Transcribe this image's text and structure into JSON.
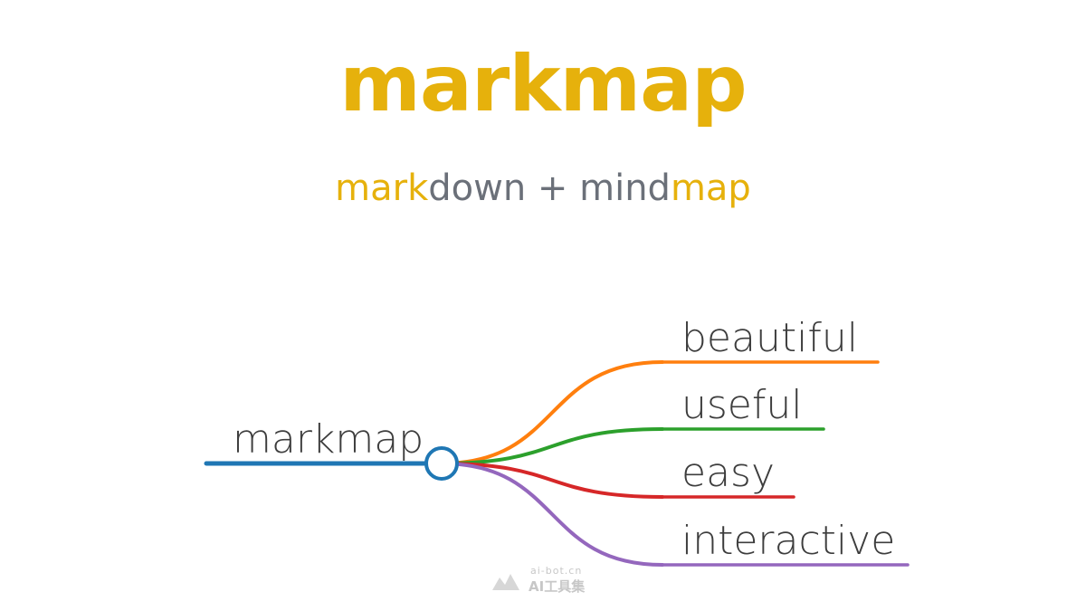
{
  "header": {
    "title": "markmap",
    "subtitle": {
      "part1": "mark",
      "part2": "down + mind",
      "part3": "map"
    }
  },
  "mindmap": {
    "root": {
      "label": "markmap",
      "color": "#1f77b4"
    },
    "children": [
      {
        "label": "beautiful",
        "color": "#ff7f0e"
      },
      {
        "label": "useful",
        "color": "#2ca02c"
      },
      {
        "label": "easy",
        "color": "#d62728"
      },
      {
        "label": "interactive",
        "color": "#9467bd"
      }
    ]
  },
  "watermark": {
    "domain": "ai-bot.cn",
    "name": "AI工具集"
  },
  "colors": {
    "accent": "#e6b10c",
    "muted": "#6b7079"
  }
}
